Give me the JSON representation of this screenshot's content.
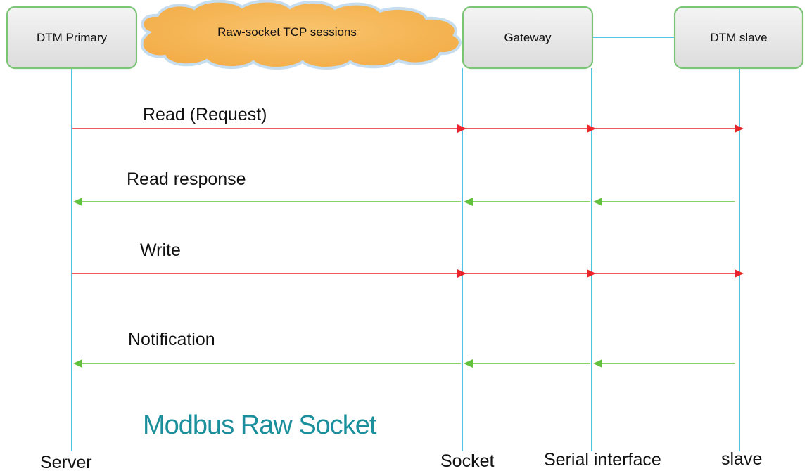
{
  "colors": {
    "request": "#e8262b",
    "response": "#63c23d",
    "lifeline": "#3bbde0",
    "box_border": "#7cc576",
    "cloud_fill": "#f7b95c",
    "title": "#1b8f9c"
  },
  "participants": {
    "primary": "DTM Primary",
    "gateway": "Gateway",
    "slave": "DTM slave"
  },
  "cloud_label": "Raw-socket TCP sessions",
  "messages": [
    {
      "label": "Read (Request)",
      "direction": "right"
    },
    {
      "label": "Read response",
      "direction": "left"
    },
    {
      "label": "Write",
      "direction": "right"
    },
    {
      "label": "Notification",
      "direction": "left"
    }
  ],
  "title": "Modbus Raw Socket",
  "bottom_labels": {
    "server": "Server",
    "socket": "Socket",
    "serial": "Serial interface",
    "slave": "slave"
  }
}
